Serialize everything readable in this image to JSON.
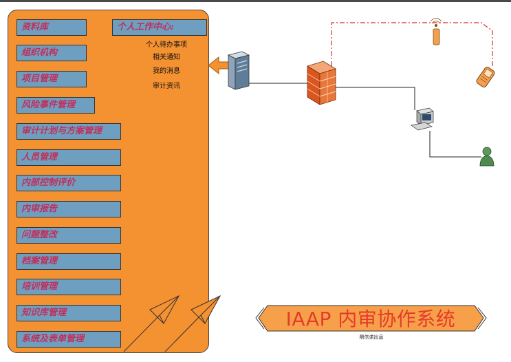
{
  "menu": {
    "items": [
      {
        "label": "资料库"
      },
      {
        "label": "组织机构"
      },
      {
        "label": "项目管理"
      },
      {
        "label": "风险事件管理"
      },
      {
        "label": "审计计划与方案管理"
      },
      {
        "label": "人员管理"
      },
      {
        "label": "内部控制评价"
      },
      {
        "label": "内审报告"
      },
      {
        "label": "问题整改"
      },
      {
        "label": "档案管理"
      },
      {
        "label": "培训管理"
      },
      {
        "label": "知识库管理"
      },
      {
        "label": "系统及表单管理"
      }
    ]
  },
  "personal_center": {
    "title": "个人工作中心:",
    "links": [
      {
        "label": "个人待办事项"
      },
      {
        "label": "相关通知"
      },
      {
        "label": "我的消息"
      },
      {
        "label": "审计资讯"
      }
    ]
  },
  "banner": {
    "title": "IAAP 内审协作系统",
    "subtitle": "鼎信诺出品"
  },
  "colors": {
    "panel": "#f49131",
    "menu_item": "#6f9fc0",
    "menu_text": "#c0305c",
    "banner_fill": "#f7a04a",
    "title_text": "#e53a2c",
    "dashed_link": "#d03030"
  },
  "icons": [
    "server-icon",
    "firewall-icon",
    "wireless-antenna-icon",
    "mobile-phone-icon",
    "desktop-computer-icon",
    "user-icon",
    "paper-plane-icon"
  ]
}
